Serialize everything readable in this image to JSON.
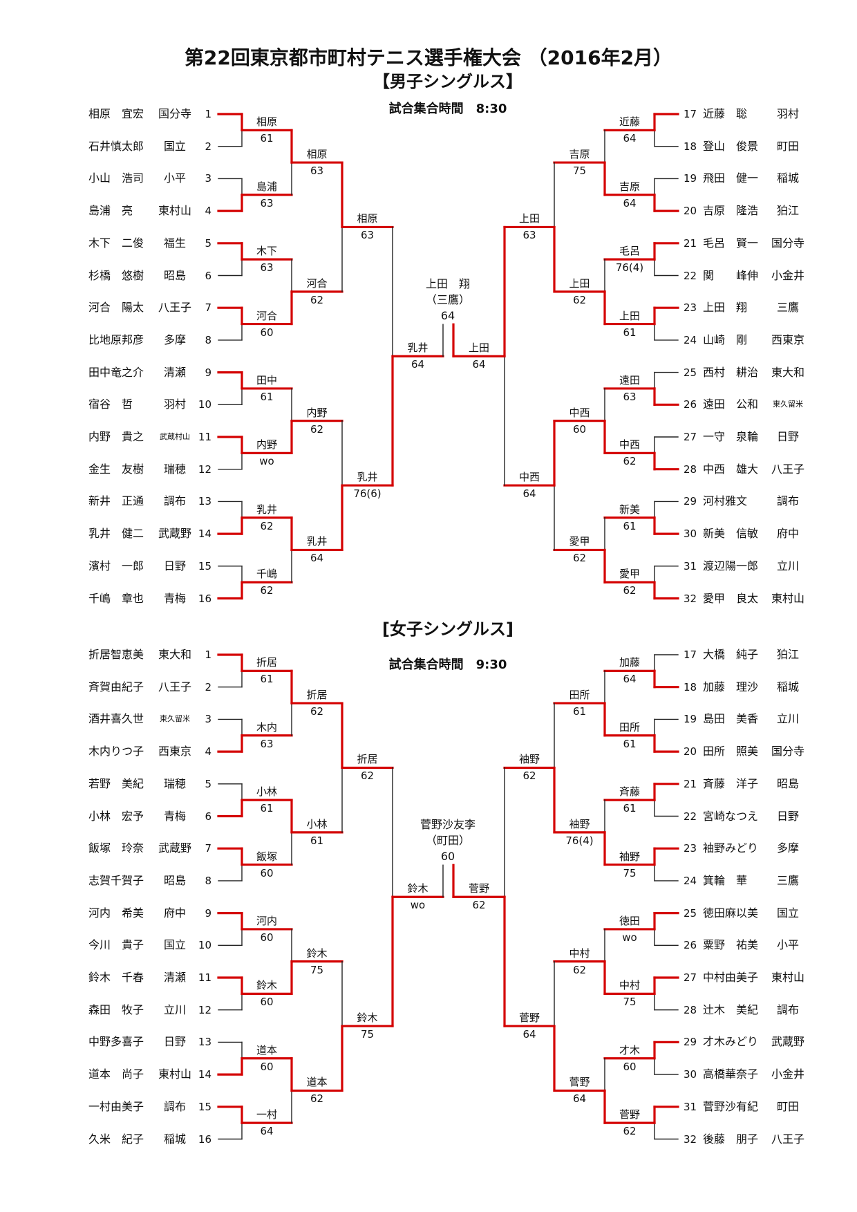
{
  "title": "第22回東京都市町村テニス選手権大会 （2016年2月）",
  "colors": {
    "winner_line": "#d40000",
    "line": "#222222"
  },
  "men": {
    "heading": "【男子シングルス】",
    "time": "試合集合時間　8:30",
    "champion": {
      "name": "上田　翔",
      "town": "（三鷹）",
      "score": "64",
      "side": "right"
    },
    "left": {
      "players": [
        {
          "seed": "1",
          "name": "相原　宜宏",
          "town": "国分寺"
        },
        {
          "seed": "2",
          "name": "石井慎太郎",
          "town": "国立"
        },
        {
          "seed": "3",
          "name": "小山　浩司",
          "town": "小平"
        },
        {
          "seed": "4",
          "name": "島浦　亮",
          "town": "東村山"
        },
        {
          "seed": "5",
          "name": "木下　二俊",
          "town": "福生"
        },
        {
          "seed": "6",
          "name": "杉橋　悠樹",
          "town": "昭島"
        },
        {
          "seed": "7",
          "name": "河合　陽太",
          "town": "八王子"
        },
        {
          "seed": "8",
          "name": "比地原邦彦",
          "town": "多摩"
        },
        {
          "seed": "9",
          "name": "田中竜之介",
          "town": "清瀬"
        },
        {
          "seed": "10",
          "name": "宿谷　哲",
          "town": "羽村"
        },
        {
          "seed": "11",
          "name": "内野　貴之",
          "town": "武蔵村山"
        },
        {
          "seed": "12",
          "name": "金生　友樹",
          "town": "瑞穂"
        },
        {
          "seed": "13",
          "name": "新井　正通",
          "town": "調布"
        },
        {
          "seed": "14",
          "name": "乳井　健二",
          "town": "武蔵野"
        },
        {
          "seed": "15",
          "name": "濱村　一郎",
          "town": "日野"
        },
        {
          "seed": "16",
          "name": "千嶋　章也",
          "town": "青梅"
        }
      ],
      "rounds": [
        [
          {
            "name": "相原",
            "score": "61",
            "w": 0
          },
          {
            "name": "島浦",
            "score": "63",
            "w": 1
          },
          {
            "name": "木下",
            "score": "63",
            "w": 0
          },
          {
            "name": "河合",
            "score": "60",
            "w": 0
          },
          {
            "name": "田中",
            "score": "61",
            "w": 0
          },
          {
            "name": "内野",
            "score": "wo",
            "w": 0
          },
          {
            "name": "乳井",
            "score": "62",
            "w": 1
          },
          {
            "name": "千嶋",
            "score": "62",
            "w": 1
          }
        ],
        [
          {
            "name": "相原",
            "score": "63",
            "w": 0
          },
          {
            "name": "河合",
            "score": "62",
            "w": 1
          },
          {
            "name": "内野",
            "score": "62",
            "w": 1
          },
          {
            "name": "乳井",
            "score": "64",
            "w": 0
          }
        ],
        [
          {
            "name": "相原",
            "score": "63",
            "w": 0
          },
          {
            "name": "乳井",
            "score": "76(6)",
            "w": 1
          }
        ],
        [
          {
            "name": "乳井",
            "score": "64",
            "w": 1
          }
        ]
      ]
    },
    "right": {
      "players": [
        {
          "seed": "17",
          "name": "近藤　聡",
          "town": "羽村"
        },
        {
          "seed": "18",
          "name": "登山　俊景",
          "town": "町田"
        },
        {
          "seed": "19",
          "name": "飛田　健一",
          "town": "稲城"
        },
        {
          "seed": "20",
          "name": "吉原　隆浩",
          "town": "狛江"
        },
        {
          "seed": "21",
          "name": "毛呂　賢一",
          "town": "国分寺"
        },
        {
          "seed": "22",
          "name": "関　　峰伸",
          "town": "小金井"
        },
        {
          "seed": "23",
          "name": "上田　翔",
          "town": "三鷹"
        },
        {
          "seed": "24",
          "name": "山崎　剛",
          "town": "西東京"
        },
        {
          "seed": "25",
          "name": "西村　耕治",
          "town": "東大和"
        },
        {
          "seed": "26",
          "name": "遠田　公和",
          "town": "東久留米"
        },
        {
          "seed": "27",
          "name": "一守　泉輪",
          "town": "日野"
        },
        {
          "seed": "28",
          "name": "中西　雄大",
          "town": "八王子"
        },
        {
          "seed": "29",
          "name": "河村雅文",
          "town": "調布"
        },
        {
          "seed": "30",
          "name": "新美　信敏",
          "town": "府中"
        },
        {
          "seed": "31",
          "name": "渡辺陽一郎",
          "town": "立川"
        },
        {
          "seed": "32",
          "name": "愛甲　良太",
          "town": "東村山"
        }
      ],
      "rounds": [
        [
          {
            "name": "近藤",
            "score": "64",
            "w": 0
          },
          {
            "name": "吉原",
            "score": "64",
            "w": 1
          },
          {
            "name": "毛呂",
            "score": "76(4)",
            "w": 0
          },
          {
            "name": "上田",
            "score": "61",
            "w": 0
          },
          {
            "name": "遠田",
            "score": "63",
            "w": 1
          },
          {
            "name": "中西",
            "score": "62",
            "w": 1
          },
          {
            "name": "新美",
            "score": "61",
            "w": 1
          },
          {
            "name": "愛甲",
            "score": "62",
            "w": 1
          }
        ],
        [
          {
            "name": "吉原",
            "score": "75",
            "w": 1
          },
          {
            "name": "上田",
            "score": "62",
            "w": 1
          },
          {
            "name": "中西",
            "score": "60",
            "w": 1
          },
          {
            "name": "愛甲",
            "score": "62",
            "w": 1
          }
        ],
        [
          {
            "name": "上田",
            "score": "63",
            "w": 1
          },
          {
            "name": "中西",
            "score": "64",
            "w": 0
          }
        ],
        [
          {
            "name": "上田",
            "score": "64",
            "w": 0
          }
        ]
      ]
    }
  },
  "women": {
    "heading": "[女子シングルス]",
    "time": "試合集合時間　9:30",
    "champion": {
      "name": "菅野沙友李",
      "town": "（町田）",
      "score": "60",
      "side": "right"
    },
    "left": {
      "players": [
        {
          "seed": "1",
          "name": "折居智恵美",
          "town": "東大和"
        },
        {
          "seed": "2",
          "name": "斉賀由紀子",
          "town": "八王子"
        },
        {
          "seed": "3",
          "name": "酒井喜久世",
          "town": "東久留米"
        },
        {
          "seed": "4",
          "name": "木内りつ子",
          "town": "西東京"
        },
        {
          "seed": "5",
          "name": "若野　美紀",
          "town": "瑞穂"
        },
        {
          "seed": "6",
          "name": "小林　宏予",
          "town": "青梅"
        },
        {
          "seed": "7",
          "name": "飯塚　玲奈",
          "town": "武蔵野"
        },
        {
          "seed": "8",
          "name": "志賀千賀子",
          "town": "昭島"
        },
        {
          "seed": "9",
          "name": "河内　希美",
          "town": "府中"
        },
        {
          "seed": "10",
          "name": "今川　貴子",
          "town": "国立"
        },
        {
          "seed": "11",
          "name": "鈴木　千春",
          "town": "清瀬"
        },
        {
          "seed": "12",
          "name": "森田　牧子",
          "town": "立川"
        },
        {
          "seed": "13",
          "name": "中野多喜子",
          "town": "日野"
        },
        {
          "seed": "14",
          "name": "道本　尚子",
          "town": "東村山"
        },
        {
          "seed": "15",
          "name": "一村由美子",
          "town": "調布"
        },
        {
          "seed": "16",
          "name": "久米　紀子",
          "town": "稲城"
        }
      ],
      "rounds": [
        [
          {
            "name": "折居",
            "score": "61",
            "w": 0
          },
          {
            "name": "木内",
            "score": "63",
            "w": 1
          },
          {
            "name": "小林",
            "score": "61",
            "w": 1
          },
          {
            "name": "飯塚",
            "score": "60",
            "w": 0
          },
          {
            "name": "河内",
            "score": "60",
            "w": 0
          },
          {
            "name": "鈴木",
            "score": "60",
            "w": 0
          },
          {
            "name": "道本",
            "score": "60",
            "w": 1
          },
          {
            "name": "一村",
            "score": "64",
            "w": 0
          }
        ],
        [
          {
            "name": "折居",
            "score": "62",
            "w": 0
          },
          {
            "name": "小林",
            "score": "61",
            "w": 0
          },
          {
            "name": "鈴木",
            "score": "75",
            "w": 1
          },
          {
            "name": "道本",
            "score": "62",
            "w": 0
          }
        ],
        [
          {
            "name": "折居",
            "score": "62",
            "w": 0
          },
          {
            "name": "鈴木",
            "score": "75",
            "w": 1
          }
        ],
        [
          {
            "name": "鈴木",
            "score": "wo",
            "w": 1
          }
        ]
      ]
    },
    "right": {
      "players": [
        {
          "seed": "17",
          "name": "大橋　純子",
          "town": "狛江"
        },
        {
          "seed": "18",
          "name": "加藤　理沙",
          "town": "稲城"
        },
        {
          "seed": "19",
          "name": "島田　美香",
          "town": "立川"
        },
        {
          "seed": "20",
          "name": "田所　照美",
          "town": "国分寺"
        },
        {
          "seed": "21",
          "name": "斉藤　洋子",
          "town": "昭島"
        },
        {
          "seed": "22",
          "name": "宮崎なつえ",
          "town": "日野"
        },
        {
          "seed": "23",
          "name": "袖野みどり",
          "town": "多摩"
        },
        {
          "seed": "24",
          "name": "箕輪　華",
          "town": "三鷹"
        },
        {
          "seed": "25",
          "name": "徳田麻以美",
          "town": "国立"
        },
        {
          "seed": "26",
          "name": "粟野　祐美",
          "town": "小平"
        },
        {
          "seed": "27",
          "name": "中村由美子",
          "town": "東村山"
        },
        {
          "seed": "28",
          "name": "辻木　美紀",
          "town": "調布"
        },
        {
          "seed": "29",
          "name": "才木みどり",
          "town": "武蔵野"
        },
        {
          "seed": "30",
          "name": "高橋華奈子",
          "town": "小金井"
        },
        {
          "seed": "31",
          "name": "菅野沙有紀",
          "town": "町田"
        },
        {
          "seed": "32",
          "name": "後藤　朋子",
          "town": "八王子"
        }
      ],
      "rounds": [
        [
          {
            "name": "加藤",
            "score": "64",
            "w": 1
          },
          {
            "name": "田所",
            "score": "61",
            "w": 1
          },
          {
            "name": "斉藤",
            "score": "61",
            "w": 0
          },
          {
            "name": "袖野",
            "score": "75",
            "w": 0
          },
          {
            "name": "徳田",
            "score": "wo",
            "w": 0
          },
          {
            "name": "中村",
            "score": "75",
            "w": 0
          },
          {
            "name": "才木",
            "score": "60",
            "w": 0
          },
          {
            "name": "菅野",
            "score": "62",
            "w": 0
          }
        ],
        [
          {
            "name": "田所",
            "score": "61",
            "w": 1
          },
          {
            "name": "袖野",
            "score": "76(4)",
            "w": 1
          },
          {
            "name": "中村",
            "score": "62",
            "w": 1
          },
          {
            "name": "菅野",
            "score": "64",
            "w": 1
          }
        ],
        [
          {
            "name": "袖野",
            "score": "62",
            "w": 1
          },
          {
            "name": "菅野",
            "score": "64",
            "w": 1
          }
        ],
        [
          {
            "name": "菅野",
            "score": "62",
            "w": 1
          }
        ]
      ]
    }
  }
}
